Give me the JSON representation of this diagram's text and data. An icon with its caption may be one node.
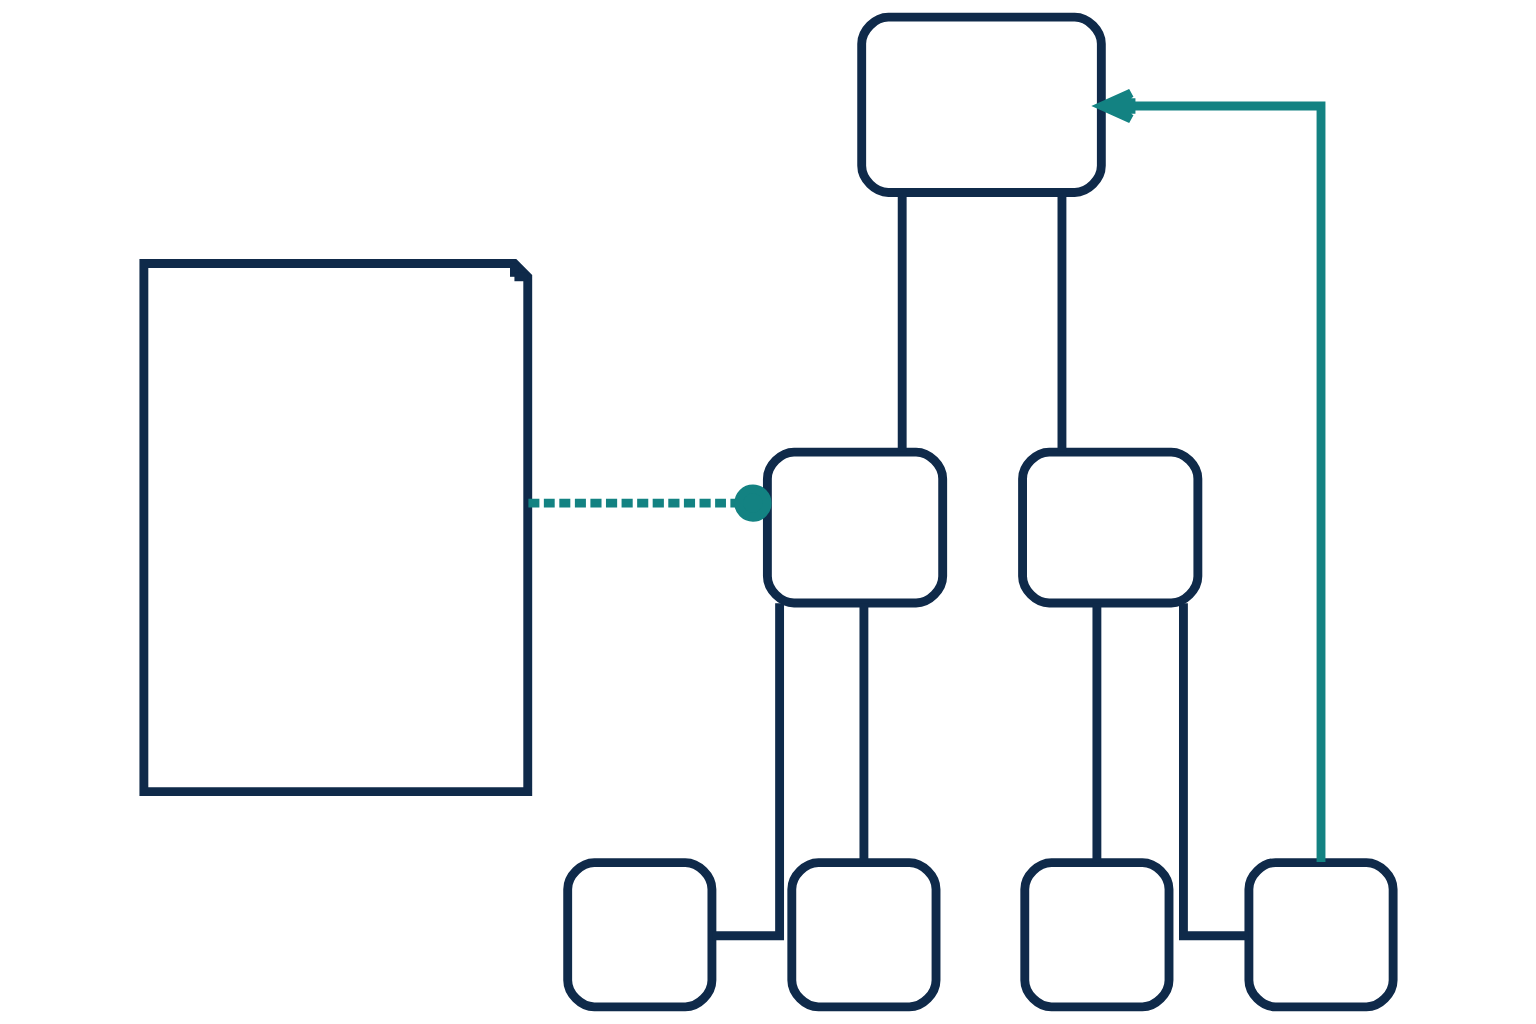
{
  "diagram": {
    "nodes": [
      {
        "text": [],
        "shape": "document"
      },
      {
        "text": [],
        "shape": "box"
      },
      {
        "text": [],
        "shape": "box"
      },
      {
        "text": [],
        "shape": "box"
      },
      {
        "text": [],
        "shape": "box"
      },
      {
        "text": [],
        "shape": "box"
      },
      {
        "text": [],
        "shape": "box"
      },
      {
        "text": [],
        "shape": "box"
      }
    ],
    "edges": [
      {
        "from": 0,
        "to": 2,
        "arrow": "other",
        "style": "dashed",
        "color": "#138282"
      },
      {
        "from": 1,
        "to": 2,
        "arrow": "none"
      },
      {
        "from": 1,
        "to": 3,
        "arrow": "none"
      },
      {
        "from": 2,
        "to": 4,
        "arrow": "none"
      },
      {
        "from": 2,
        "to": 5,
        "arrow": "none"
      },
      {
        "from": 3,
        "to": 6,
        "arrow": "none"
      },
      {
        "from": 3,
        "to": 7,
        "arrow": "none"
      },
      {
        "from": 7,
        "to": 1,
        "arrow": "to",
        "color": "#138282"
      }
    ]
  }
}
